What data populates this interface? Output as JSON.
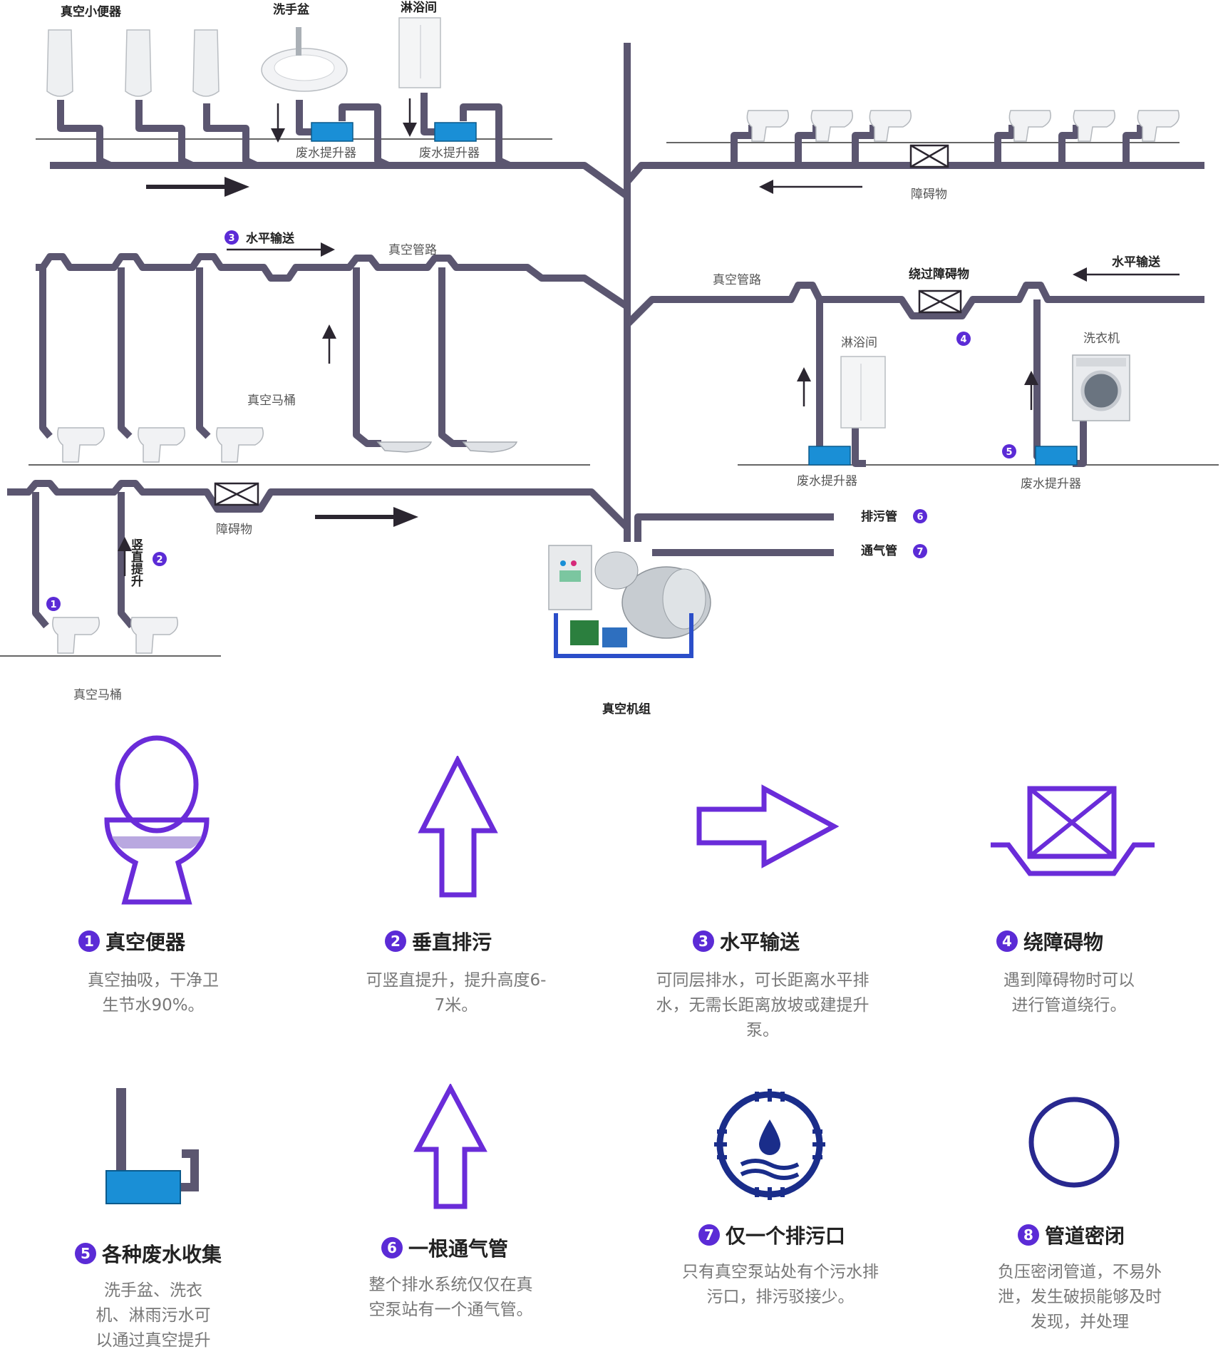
{
  "diagram": {
    "labels": {
      "urinal": "真空小便器",
      "basin": "洗手盆",
      "shower_top": "淋浴间",
      "lift1": "废水提升器",
      "lift2": "废水提升器",
      "obstacle_top": "障碍物",
      "horizontal_left": "水平输送",
      "vacuum_pipe_left": "真空管路",
      "vacuum_toilet_mid": "真空马桶",
      "obstacle_left": "障碍物",
      "vertical_lift": "竖直提升",
      "vacuum_toilet_bottom": "真空马桶",
      "unit": "真空机组",
      "vacuum_pipe_right": "真空管路",
      "bypass": "绕过障碍物",
      "horizontal_right": "水平输送",
      "shower_right": "淋浴间",
      "washer": "洗衣机",
      "lift3": "废水提升器",
      "lift4": "废水提升器",
      "drain_pipe": "排污管",
      "vent_pipe": "通气管"
    },
    "badges": [
      "1",
      "2",
      "3",
      "4",
      "5",
      "6",
      "7"
    ],
    "colors": {
      "pipe": "#5b5670",
      "accent": "#5b2bd6",
      "lifter": "#1a8fd6",
      "arrow": "#2b2630"
    }
  },
  "features": [
    {
      "num": "1",
      "title": "真空便器",
      "desc": "真空抽吸，干净卫\n生节水90%。",
      "icon": "toilet-icon"
    },
    {
      "num": "2",
      "title": "垂直排污",
      "desc": "可竖直提升，提升高度6-\n7米。",
      "icon": "up-arrow-icon"
    },
    {
      "num": "3",
      "title": "水平输送",
      "desc": "可同层排水，可长距离水平排\n水，无需长距离放坡或建提升\n泵。",
      "icon": "right-arrow-icon"
    },
    {
      "num": "4",
      "title": "绕障碍物",
      "desc": "遇到障碍物时可以\n进行管道绕行。",
      "icon": "obstacle-icon"
    },
    {
      "num": "5",
      "title": "各种废水收集",
      "desc": "洗手盆、洗衣\n机、淋雨污水可\n以通过真空提升",
      "icon": "lifter-icon"
    },
    {
      "num": "6",
      "title": "一根通气管",
      "desc": "整个排水系统仅仅在真\n空泵站有一个通气管。",
      "icon": "vent-arrow-icon"
    },
    {
      "num": "7",
      "title": "仅一个排污口",
      "desc": "只有真空泵站处有个污水排\n污口，排污驳接少。",
      "icon": "water-drop-icon"
    },
    {
      "num": "8",
      "title": "管道密闭",
      "desc": "负压密闭管道，不易外\n泄，发生破损能够及时\n发现，并处理",
      "icon": "circle-icon"
    }
  ]
}
